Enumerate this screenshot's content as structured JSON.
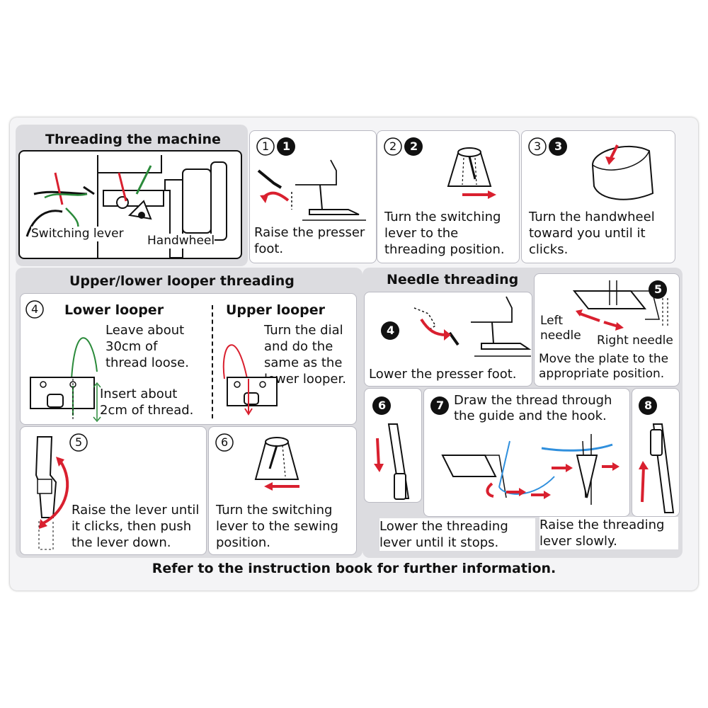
{
  "sections": {
    "threading_machine": {
      "title": "Threading the machine",
      "label_switching_lever": "Switching lever",
      "label_handwheel": "Handwheel"
    },
    "step1": {
      "num_outline": "1",
      "num_filled": "1",
      "text": "Raise the presser foot."
    },
    "step2": {
      "num_outline": "2",
      "num_filled": "2",
      "text": "Turn the switching lever to the threading position."
    },
    "step3": {
      "num_outline": "3",
      "num_filled": "3",
      "text": "Turn the handwheel toward you until it clicks."
    },
    "looper": {
      "title": "Upper/lower looper threading",
      "step4_num": "4",
      "lower_title": "Lower looper",
      "lower_leave": "Leave about 30cm of thread loose.",
      "lower_insert": "Insert about 2cm of thread.",
      "upper_title": "Upper looper",
      "upper_text": "Turn the dial and do the same as the lower looper.",
      "step5_num": "5",
      "step5_text": "Raise the lever until it clicks, then push the lever down.",
      "step6_num": "6",
      "step6_text": "Turn the switching lever to the sewing position."
    },
    "needle": {
      "title": "Needle threading",
      "step4_num": "4",
      "step4_text": "Lower the presser foot.",
      "step5_num": "5",
      "left_needle": "Left needle",
      "right_needle": "Right needle",
      "step5_text": "Move the plate to the appropriate position.",
      "step6_num": "6",
      "step6_text": "Lower the threading lever until it stops.",
      "step7_num": "7",
      "step7_text": "Draw the thread through the guide and the hook.",
      "step8_num": "8",
      "step8_text": "Raise the threading lever slowly."
    },
    "footer": "Refer to the instruction book for further information."
  },
  "colors": {
    "red": "#d9202f",
    "green": "#2a8a3a",
    "blue": "#2f8fdd",
    "panel": "#dcdce0",
    "tab": "#9e9ea6"
  },
  "icons": [
    "serger-overview-illustration",
    "presser-foot-raise-illustration",
    "switching-lever-illustration",
    "handwheel-illustration",
    "lower-looper-illustration",
    "upper-looper-illustration",
    "lever-push-illustration",
    "needle-plate-illustration",
    "threading-lever-illustration",
    "hook-guide-illustration"
  ]
}
